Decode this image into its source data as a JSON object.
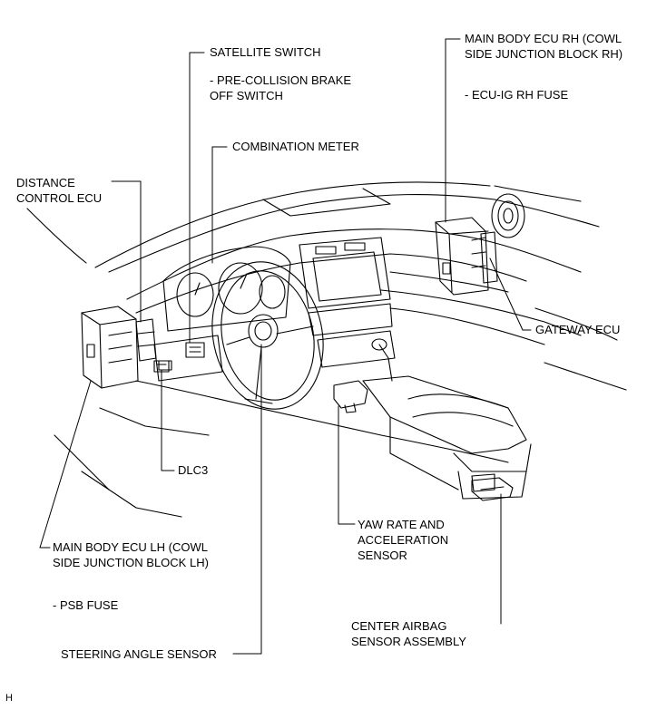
{
  "labels": {
    "satellite_switch": [
      "SATELLITE SWITCH"
    ],
    "pre_collision": [
      "- PRE-COLLISION BRAKE",
      "OFF SWITCH"
    ],
    "combination_meter": [
      "COMBINATION METER"
    ],
    "main_body_ecu_rh": [
      "MAIN BODY ECU RH (COWL",
      "SIDE JUNCTION BLOCK RH)"
    ],
    "ecu_ig_rh_fuse": [
      "- ECU-IG RH FUSE"
    ],
    "distance_control_ecu": [
      "DISTANCE",
      "CONTROL ECU"
    ],
    "gateway_ecu": [
      "GATEWAY ECU"
    ],
    "dlc3": [
      "DLC3"
    ],
    "main_body_ecu_lh": [
      "MAIN BODY ECU LH (COWL",
      "SIDE JUNCTION BLOCK LH)"
    ],
    "psb_fuse": [
      "- PSB FUSE"
    ],
    "yaw_rate_sensor": [
      "YAW RATE AND",
      "ACCELERATION",
      "SENSOR"
    ],
    "center_airbag": [
      "CENTER AIRBAG",
      "SENSOR ASSEMBLY"
    ],
    "steering_angle_sensor": [
      "STEERING ANGLE SENSOR"
    ],
    "corner_code": [
      "H"
    ]
  }
}
